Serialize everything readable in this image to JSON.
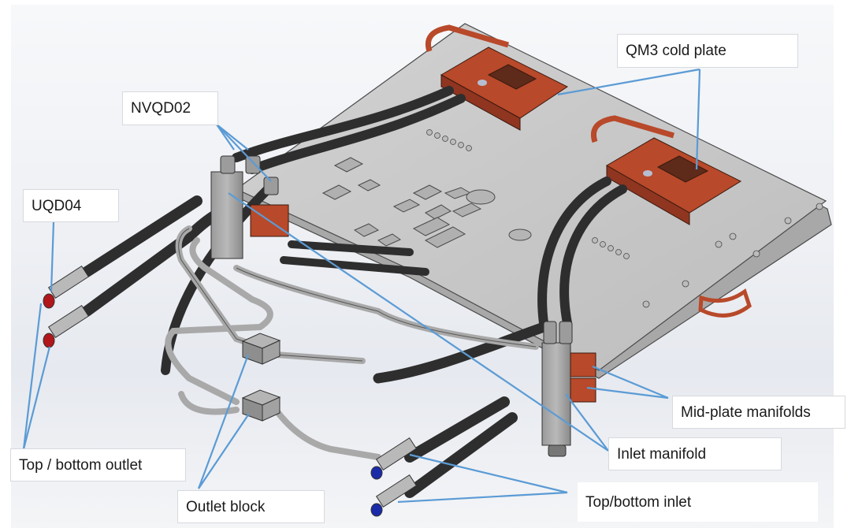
{
  "figure": {
    "type": "annotated CAD rendering",
    "subject": "liquid cooling loop assembly on mounting plate",
    "colors": {
      "background": "#eef0f4",
      "plate": "#c9c9c9",
      "plate_edge": "#4a4a4a",
      "copper": "#b8492a",
      "hose": "#2e2e2e",
      "tube": "#a9a9a9",
      "callout_line": "#5b9bd5",
      "outlet_cap": "#b0161a",
      "inlet_cap": "#1b2aa8"
    }
  },
  "labels": {
    "qm3_cold_plate": "QM3 cold plate",
    "nvqd02": "NVQD02",
    "uqd04": "UQD04",
    "mid_plate_manifolds": "Mid-plate manifolds",
    "inlet_manifold": "Inlet manifold",
    "top_bottom_outlet": "Top / bottom outlet",
    "outlet_block": "Outlet block",
    "top_bottom_inlet": "Top/bottom inlet"
  }
}
